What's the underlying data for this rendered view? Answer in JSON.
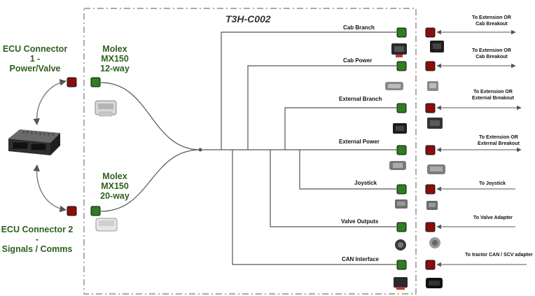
{
  "harness": {
    "title": "T3H-C002"
  },
  "ecu": {
    "connector1_label": "ECU Connector 1 -\nPower/Valve",
    "connector2_label": "ECU Connector 2 -\nSignals / Comms"
  },
  "molex": {
    "m12_label": "Molex MX150\n12-way",
    "m20_label": "Molex MX150\n20-way"
  },
  "branches": [
    {
      "name": "Cab Branch",
      "destination": "To Extension OR\nCab Breakout"
    },
    {
      "name": "Cab Power",
      "destination": "To Extension OR\nCab Breakout"
    },
    {
      "name": "External Branch",
      "destination": "To Extension OR\nExternal Breakout"
    },
    {
      "name": "External Power",
      "destination": "To Extension OR\nExternal Breakout"
    },
    {
      "name": "Joystick",
      "destination": "To Joystick"
    },
    {
      "name": "Valve Outputs",
      "destination": "To Valve Adapter"
    },
    {
      "name": "CAN Interface",
      "destination": "To tractor CAN / SCV adapter"
    }
  ],
  "colors": {
    "green_node": "#2e7d1f",
    "red_node": "#8b0d0d",
    "line": "#555555",
    "label_green": "#2f5f1f"
  }
}
